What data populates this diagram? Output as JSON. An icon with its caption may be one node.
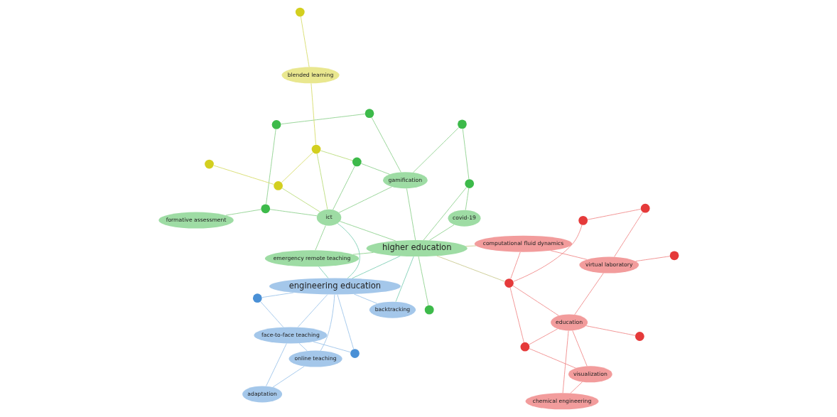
{
  "diagram": {
    "nodes": [
      {
        "text": [
          "adaptation"
        ]
      },
      {
        "text": [
          "online teaching"
        ]
      },
      {
        "text": [
          "face-to-face teaching"
        ]
      },
      {
        "text": [],
        "shape": "circle"
      },
      {
        "text": [],
        "shape": "circle"
      },
      {
        "text": [
          "engineering education"
        ]
      },
      {
        "text": [
          "backtracking"
        ]
      },
      {
        "text": [
          "emergency remote teaching"
        ]
      },
      {
        "text": [
          "higher education"
        ]
      },
      {
        "text": [],
        "shape": "circle"
      },
      {
        "text": [
          "covid-19"
        ]
      },
      {
        "text": [],
        "shape": "circle"
      },
      {
        "text": [],
        "shape": "circle"
      },
      {
        "text": [
          "ict"
        ]
      },
      {
        "text": [],
        "shape": "circle"
      },
      {
        "text": [
          "gamification"
        ]
      },
      {
        "text": [],
        "shape": "circle"
      },
      {
        "text": [],
        "shape": "circle"
      },
      {
        "text": [],
        "shape": "circle"
      },
      {
        "text": [
          "formative assessment"
        ]
      },
      {
        "text": [],
        "shape": "circle"
      },
      {
        "text": [],
        "shape": "circle"
      },
      {
        "text": [],
        "shape": "circle"
      },
      {
        "text": [
          "blended learning"
        ]
      },
      {
        "text": [],
        "shape": "circle"
      },
      {
        "text": [
          "computational fluid dynamics"
        ]
      },
      {
        "text": [],
        "shape": "circle"
      },
      {
        "text": [],
        "shape": "circle"
      },
      {
        "text": [
          "chemical engineering"
        ]
      },
      {
        "text": [
          "visualization"
        ]
      },
      {
        "text": [
          "education"
        ]
      },
      {
        "text": [],
        "shape": "circle"
      },
      {
        "text": [],
        "shape": "circle"
      },
      {
        "text": [
          "virtual laboratory"
        ]
      },
      {
        "text": [],
        "shape": "circle"
      },
      {
        "text": [],
        "shape": "circle"
      }
    ],
    "edges": [
      {
        "from": 0,
        "to": 1,
        "arrow": "none",
        "color": "#9cc3ea"
      },
      {
        "from": 1,
        "to": 2,
        "arrow": "none",
        "color": "#9cc3ea"
      },
      {
        "from": 0,
        "to": 2,
        "arrow": "none",
        "color": "#9cc3ea"
      },
      {
        "from": 2,
        "to": 3,
        "arrow": "none",
        "color": "#9cc3ea"
      },
      {
        "from": 2,
        "to": 4,
        "arrow": "none",
        "color": "#9cc3ea"
      },
      {
        "from": 2,
        "to": 5,
        "arrow": "none",
        "color": "#9cc3ea"
      },
      {
        "from": 1,
        "to": 5,
        "arrow": "none",
        "color": "#9cc3ea"
      },
      {
        "from": 3,
        "to": 5,
        "arrow": "none",
        "color": "#9cc3ea"
      },
      {
        "from": 4,
        "to": 5,
        "arrow": "none",
        "color": "#9cc3ea"
      },
      {
        "from": 5,
        "to": 6,
        "arrow": "none",
        "color": "#9cc3ea"
      },
      {
        "from": 5,
        "to": 8,
        "arrow": "none",
        "color": "#7fcfb5"
      },
      {
        "from": 5,
        "to": 7,
        "arrow": "none",
        "color": "#7fcfb5"
      },
      {
        "from": 5,
        "to": 13,
        "arrow": "none",
        "color": "#7fcfb5"
      },
      {
        "from": 6,
        "to": 8,
        "arrow": "none",
        "color": "#7fcfb5"
      },
      {
        "from": 7,
        "to": 8,
        "arrow": "none"
      },
      {
        "from": 7,
        "to": 13,
        "arrow": "none"
      },
      {
        "from": 8,
        "to": 9,
        "arrow": "none"
      },
      {
        "from": 8,
        "to": 10,
        "arrow": "none"
      },
      {
        "from": 8,
        "to": 11,
        "arrow": "none"
      },
      {
        "from": 8,
        "to": 13,
        "arrow": "none"
      },
      {
        "from": 8,
        "to": 15,
        "arrow": "none"
      },
      {
        "from": 8,
        "to": 25,
        "arrow": "none",
        "color": "#c9c98f"
      },
      {
        "from": 8,
        "to": 26,
        "arrow": "none",
        "color": "#c9c98f"
      },
      {
        "from": 10,
        "to": 11,
        "arrow": "none"
      },
      {
        "from": 11,
        "to": 12,
        "arrow": "none"
      },
      {
        "from": 12,
        "to": 15,
        "arrow": "none"
      },
      {
        "from": 13,
        "to": 14,
        "arrow": "none"
      },
      {
        "from": 13,
        "to": 15,
        "arrow": "none"
      },
      {
        "from": 13,
        "to": 18,
        "arrow": "none"
      },
      {
        "from": 13,
        "to": 22,
        "arrow": "none",
        "color": "#b9dc7a"
      },
      {
        "from": 14,
        "to": 15,
        "arrow": "none"
      },
      {
        "from": 14,
        "to": 22,
        "arrow": "none",
        "color": "#b9dc7a"
      },
      {
        "from": 15,
        "to": 16,
        "arrow": "none"
      },
      {
        "from": 16,
        "to": 17,
        "arrow": "none"
      },
      {
        "from": 17,
        "to": 18,
        "arrow": "none"
      },
      {
        "from": 18,
        "to": 19,
        "arrow": "none"
      },
      {
        "from": 20,
        "to": 21,
        "arrow": "none",
        "color": "#d6dc6a"
      },
      {
        "from": 21,
        "to": 22,
        "arrow": "none",
        "color": "#d6dc6a"
      },
      {
        "from": 21,
        "to": 13,
        "arrow": "none",
        "color": "#b9dc7a"
      },
      {
        "from": 22,
        "to": 23,
        "arrow": "none",
        "color": "#d6dc6a"
      },
      {
        "from": 23,
        "to": 24,
        "arrow": "none",
        "color": "#d6dc6a"
      },
      {
        "from": 25,
        "to": 26,
        "arrow": "none",
        "color": "#f08a8a"
      },
      {
        "from": 25,
        "to": 33,
        "arrow": "none",
        "color": "#f08a8a"
      },
      {
        "from": 26,
        "to": 27,
        "arrow": "none",
        "color": "#f08a8a"
      },
      {
        "from": 26,
        "to": 30,
        "arrow": "none",
        "color": "#f08a8a"
      },
      {
        "from": 26,
        "to": 31,
        "arrow": "none",
        "color": "#f08a8a"
      },
      {
        "from": 27,
        "to": 29,
        "arrow": "none",
        "color": "#f08a8a"
      },
      {
        "from": 27,
        "to": 30,
        "arrow": "none",
        "color": "#f08a8a"
      },
      {
        "from": 28,
        "to": 29,
        "arrow": "none",
        "color": "#f08a8a"
      },
      {
        "from": 28,
        "to": 30,
        "arrow": "none",
        "color": "#f08a8a"
      },
      {
        "from": 29,
        "to": 30,
        "arrow": "none",
        "color": "#f08a8a"
      },
      {
        "from": 30,
        "to": 33,
        "arrow": "none",
        "color": "#f08a8a"
      },
      {
        "from": 30,
        "to": 35,
        "arrow": "none",
        "color": "#f08a8a"
      },
      {
        "from": 31,
        "to": 32,
        "arrow": "none",
        "color": "#f08a8a"
      },
      {
        "from": 32,
        "to": 33,
        "arrow": "none",
        "color": "#f08a8a"
      },
      {
        "from": 33,
        "to": 34,
        "arrow": "none",
        "color": "#f08a8a"
      }
    ]
  }
}
